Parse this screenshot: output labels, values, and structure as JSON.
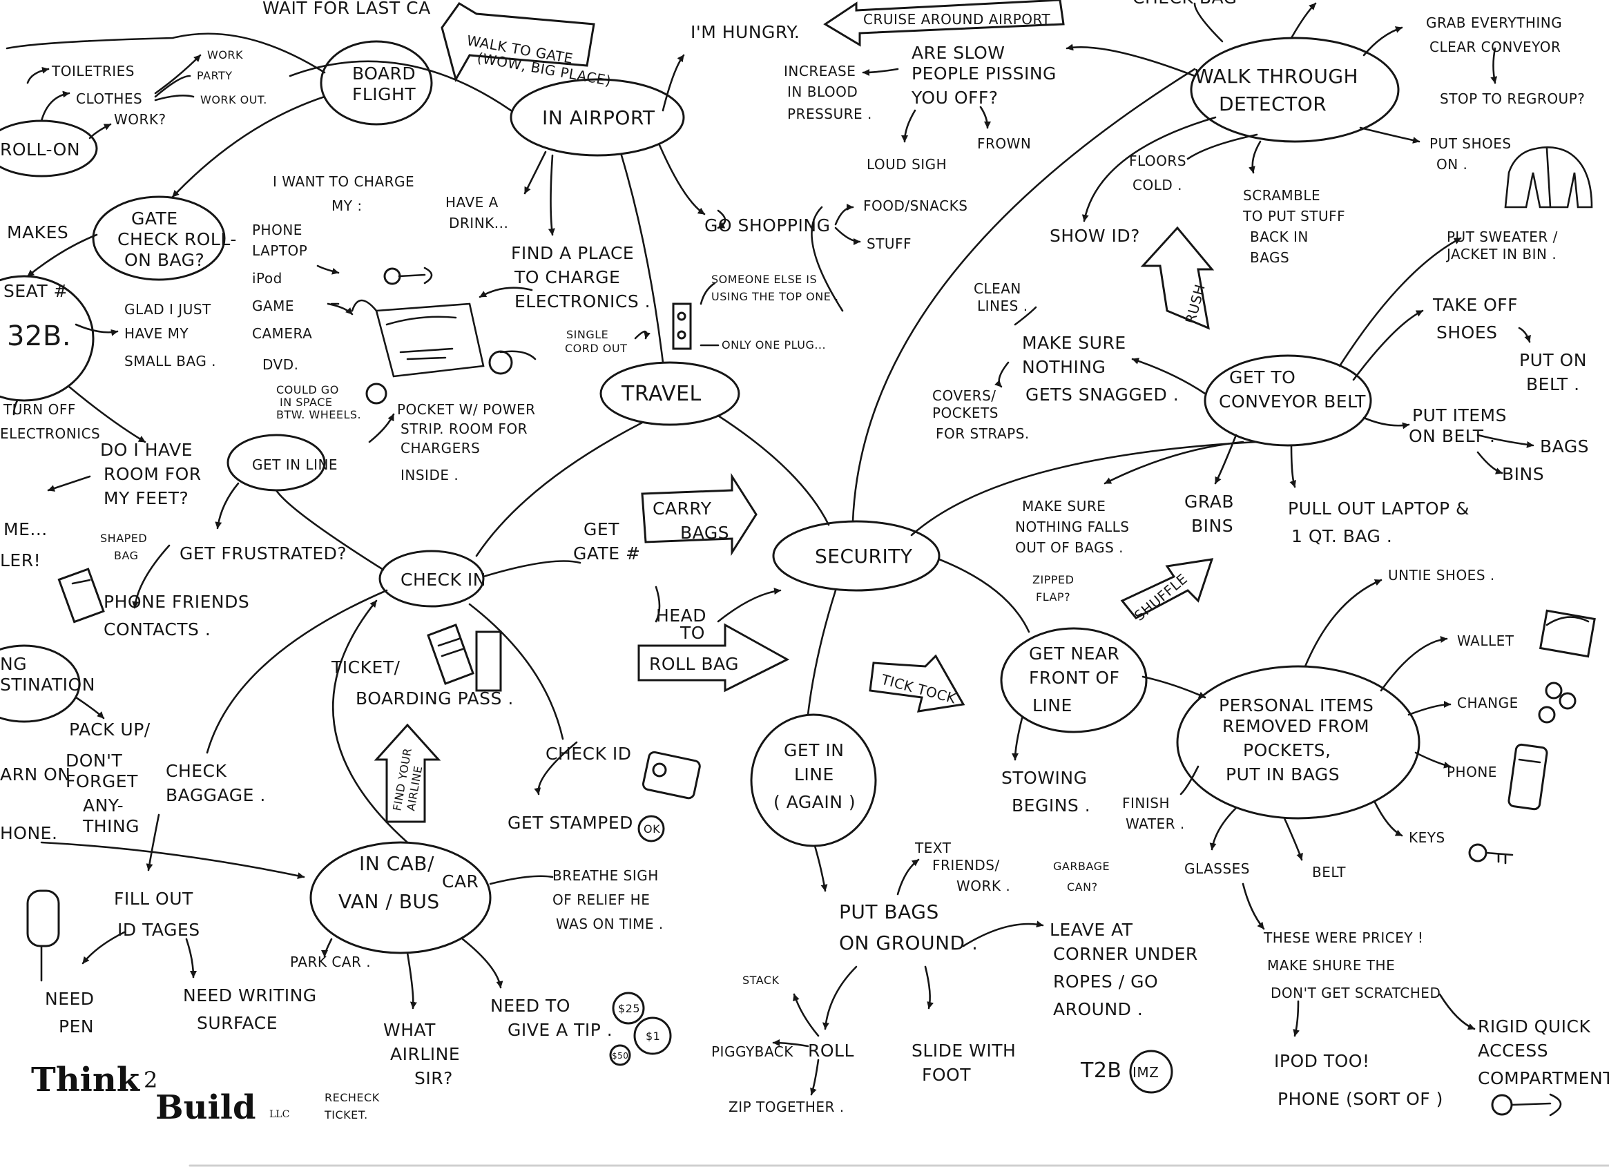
{
  "map": {
    "edge_cut": {
      "wait": "WAIT FOR LAST CA",
      "check": "CHECK BAG",
      "makes": "MAKES",
      "roll_on": "ROLL-ON",
      "seat": "SEAT #",
      "seat_no": "32B.",
      "turn_off": "TURN OFF",
      "electronics": "ELECTRONICS",
      "me": "ME...",
      "ler": "LER!",
      "ng": "NG",
      "stination": "STINATION",
      "arn_on": "ARN ON",
      "hone": "HONE."
    },
    "travel": "TRAVEL",
    "checkin": "CHECK IN",
    "security": "SECURITY",
    "in_airport": "IN AIRPORT",
    "board_flight": [
      "BOARD",
      "FLIGHT"
    ],
    "walk_to_gate": [
      "WALK TO GATE",
      "(WOW, BIG PLACE)"
    ],
    "cruise": "CRUISE AROUND AIRPORT",
    "hungry": "I'M HUNGRY.",
    "have_drink": [
      "HAVE A",
      "DRINK..."
    ],
    "find_charge": [
      "FIND A PLACE",
      "TO CHARGE",
      "ELECTRONICS ."
    ],
    "go_shopping": "GO SHOPPING",
    "food": "FOOD/SNACKS",
    "stuff": "STUFF",
    "someone_else": [
      "SOMEONE ELSE IS",
      "USING THE TOP ONE ."
    ],
    "only_one": "ONLY ONE PLUG...",
    "single_cord": [
      "SINGLE",
      "CORD OUT"
    ],
    "charge_title": [
      "I WANT TO CHARGE",
      "MY :"
    ],
    "devices": [
      "PHONE",
      "LAPTOP",
      "iPod",
      "GAME",
      "CAMERA",
      "DVD."
    ],
    "could_go": [
      "COULD GO",
      "IN SPACE",
      "BTW. WHEELS."
    ],
    "pocket": [
      "POCKET W/ POWER",
      "STRIP. ROOM FOR",
      "CHARGERS",
      "INSIDE ."
    ],
    "gate_check": [
      "GATE",
      "CHECK ROLL-",
      "ON BAG?"
    ],
    "glad": [
      "GLAD I JUST",
      "HAVE MY",
      "SMALL BAG ."
    ],
    "room_feet": [
      "DO I HAVE",
      "ROOM FOR",
      "MY FEET?"
    ],
    "shaped_bag": [
      "SHAPED",
      "BAG"
    ],
    "toiletries": "TOILETRIES",
    "clothes": "CLOTHES",
    "work_q": "WORK?",
    "work": "WORK",
    "party": "PARTY",
    "workout": "WORK OUT.",
    "get_in_line": "GET IN LINE",
    "get_frustrated": "GET FRUSTRATED?",
    "phone_friends": [
      "PHONE FRIENDS",
      "CONTACTS ."
    ],
    "get_gate": [
      "GET",
      "GATE #"
    ],
    "carry_bags": [
      "CARRY",
      "BAGS"
    ],
    "head_to": [
      "HEAD",
      "TO"
    ],
    "roll_bag": "ROLL BAG",
    "ticket": [
      "TICKET/",
      "BOARDING PASS ."
    ],
    "find_airline": [
      "FIND YOUR",
      "AIRLINE"
    ],
    "check_id": "CHECK ID",
    "get_stamped": "GET STAMPED",
    "ok": "OK",
    "check_baggage": [
      "CHECK",
      "BAGGAGE ."
    ],
    "pack_up": [
      "PACK UP/",
      "DON'T",
      "FORGET",
      "ANY-",
      "THING"
    ],
    "fill_out": [
      "FILL OUT",
      "ID TAGES"
    ],
    "need_pen": [
      "NEED",
      "PEN"
    ],
    "need_writing": [
      "NEED WRITING",
      "SURFACE"
    ],
    "in_cab": [
      "IN CAB/",
      "VAN / BUS"
    ],
    "car": "CAR",
    "breathe": [
      "BREATHE SIGH",
      "OF RELIEF HE",
      "WAS ON TIME ."
    ],
    "park_car": "PARK CAR .",
    "what_airline": [
      "WHAT",
      "AIRLINE",
      "SIR?"
    ],
    "recheck": [
      "RECHECK",
      "TICKET."
    ],
    "need_tip": [
      "NEED TO",
      "GIVE A TIP ."
    ],
    "coins": [
      "$25",
      "$1",
      "$50"
    ],
    "get_in_line_again": [
      "GET IN",
      "LINE",
      "( AGAIN )"
    ],
    "put_bags": [
      "PUT BAGS",
      "ON GROUND ."
    ],
    "text_friends": [
      "TEXT",
      "FRIENDS/",
      "WORK ."
    ],
    "leave_corner": [
      "LEAVE AT",
      "CORNER UNDER",
      "ROPES / GO",
      "AROUND ."
    ],
    "stack": "STACK",
    "piggyback": "PIGGYBACK",
    "roll": "ROLL",
    "zip_together": "ZIP TOGETHER .",
    "slide_foot": [
      "SLIDE WITH",
      "FOOT"
    ],
    "tick_tock": "TICK TOCK",
    "get_near": [
      "GET NEAR",
      "FRONT OF",
      "LINE"
    ],
    "stowing": [
      "STOWING",
      "BEGINS ."
    ],
    "make_sure_falls": [
      "MAKE SURE",
      "NOTHING FALLS",
      "OUT OF BAGS ."
    ],
    "zipped": [
      "ZIPPED",
      "FLAP?"
    ],
    "shuffle": "SHUFFLE",
    "grab_bins": [
      "GRAB",
      "BINS"
    ],
    "pull_laptop": [
      "PULL OUT LAPTOP &",
      "1 QT. BAG ."
    ],
    "get_conveyor": [
      "GET TO",
      "CONVEYOR BELT"
    ],
    "take_off": [
      "TAKE OFF",
      "SHOES"
    ],
    "put_on_belt": [
      "PUT ON",
      "BELT ."
    ],
    "put_items": [
      "PUT ITEMS",
      "ON BELT ."
    ],
    "bags": "BAGS",
    "bins": "BINS",
    "put_sweater": [
      "PUT SWEATER /",
      "JACKET IN BIN ."
    ],
    "make_sure_snagged": [
      "MAKE SURE",
      "NOTHING",
      "GETS SNAGGED ."
    ],
    "clean_lines": [
      "CLEAN",
      "LINES ."
    ],
    "covers": [
      "COVERS/",
      "POCKETS",
      "FOR STRAPS."
    ],
    "rush": "RUSH",
    "walk_detector": [
      "WALK THROUGH",
      "DETECTOR"
    ],
    "show_id": "SHOW ID?",
    "floors_cold": [
      "FLOORS",
      "COLD ."
    ],
    "scramble": [
      "SCRAMBLE",
      "TO PUT STUFF",
      "BACK IN",
      "BAGS"
    ],
    "put_shoes": [
      "PUT SHOES",
      "ON ."
    ],
    "grab_everything": [
      "GRAB EVERYTHING",
      "CLEAR CONVEYOR"
    ],
    "stop_regroup": "STOP TO REGROUP?",
    "slow_people": [
      "ARE SLOW",
      "PEOPLE PISSING",
      "YOU OFF?"
    ],
    "blood_pressure": [
      "INCREASE",
      "IN BLOOD",
      "PRESSURE ."
    ],
    "loud_sigh": "LOUD SIGH",
    "frown": "FROWN",
    "personal_items": [
      "PERSONAL ITEMS",
      "REMOVED FROM",
      "POCKETS,",
      "PUT IN BAGS"
    ],
    "untie_shoes": "UNTIE SHOES .",
    "wallet": "WALLET",
    "change": "CHANGE",
    "phone": "PHONE",
    "keys": "KEYS",
    "belt": "BELT",
    "glasses": "GLASSES",
    "finish_water": [
      "FINISH",
      "WATER ."
    ],
    "garbage": [
      "GARBAGE",
      "CAN?"
    ],
    "pricey": [
      "THESE WERE PRICEY !",
      "MAKE SHURE THE",
      "DON'T GET SCRATCHED"
    ],
    "ipod_too": [
      "IPOD TOO!",
      "PHONE (SORT OF )"
    ],
    "rigid": [
      "RIGID QUICK",
      "ACCESS",
      "COMPARTMENT"
    ],
    "signature": [
      "T2B",
      "IMZ"
    ]
  },
  "brand": {
    "think": "Think",
    "two": "2",
    "build": "Build",
    "llc": "LLC"
  }
}
